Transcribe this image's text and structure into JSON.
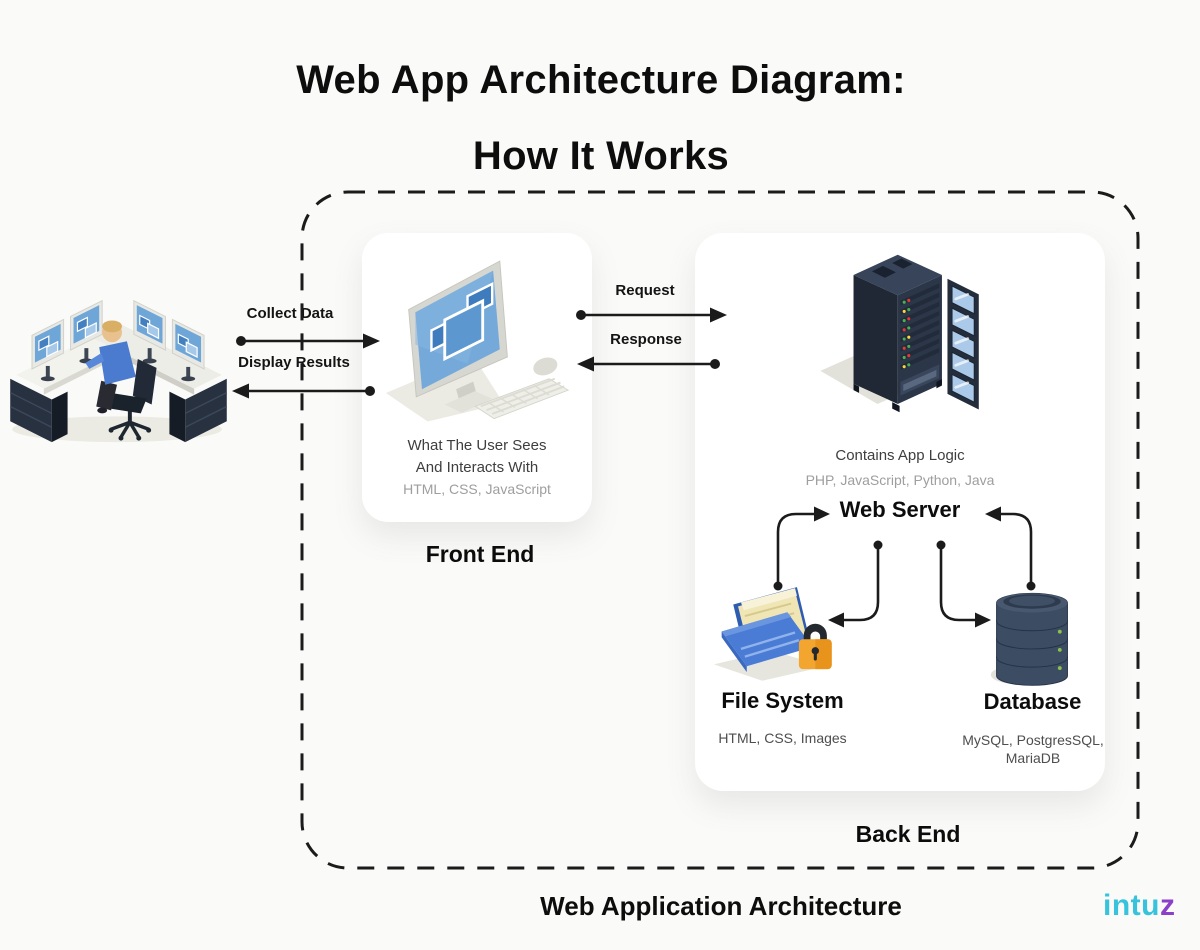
{
  "title": {
    "line1": "Web App Architecture Diagram:",
    "line2": "How It Works"
  },
  "outer_group": {
    "label": "Web Application Architecture"
  },
  "brand": {
    "logo_text_main": "intu",
    "logo_text_accent": "z",
    "main_color": "#38C3DD",
    "accent_color": "#8C3FC9"
  },
  "user_station": {
    "icon": "user-workstation-illustration",
    "collect_label": "Collect Data",
    "display_label": "Display Results"
  },
  "frontend_card": {
    "label": "Front End",
    "icon": "desktop-computer-illustration",
    "desc_line1": "What The User Sees",
    "desc_line2": "And Interacts With",
    "tech": "HTML, CSS, JavaScript"
  },
  "http": {
    "request_label": "Request",
    "response_label": "Response"
  },
  "backend_card": {
    "label": "Back End",
    "server_icon": "server-rack-illustration",
    "desc": "Contains App Logic",
    "tech": "PHP, JavaScript, Python, Java",
    "web_server": {
      "label": "Web Server"
    },
    "file_system": {
      "icon": "folder-with-lock-illustration",
      "label": "File System",
      "tech": "HTML, CSS, Images"
    },
    "database": {
      "icon": "database-stack-illustration",
      "label": "Database",
      "tech_line1": "MySQL, PostgresSQL,",
      "tech_line2": "MariaDB"
    }
  },
  "palette": {
    "background": "#FAFAF8",
    "card": "#FFFFFF",
    "line": "#1B1B1B",
    "screen_blue": "#74A9DA",
    "server_navy": "#1F2834",
    "folder_blue": "#4A7CD6",
    "lock_orange": "#F2A52F",
    "database_slate": "#3B4C63",
    "shadow_gray": "#E6E6DF"
  }
}
